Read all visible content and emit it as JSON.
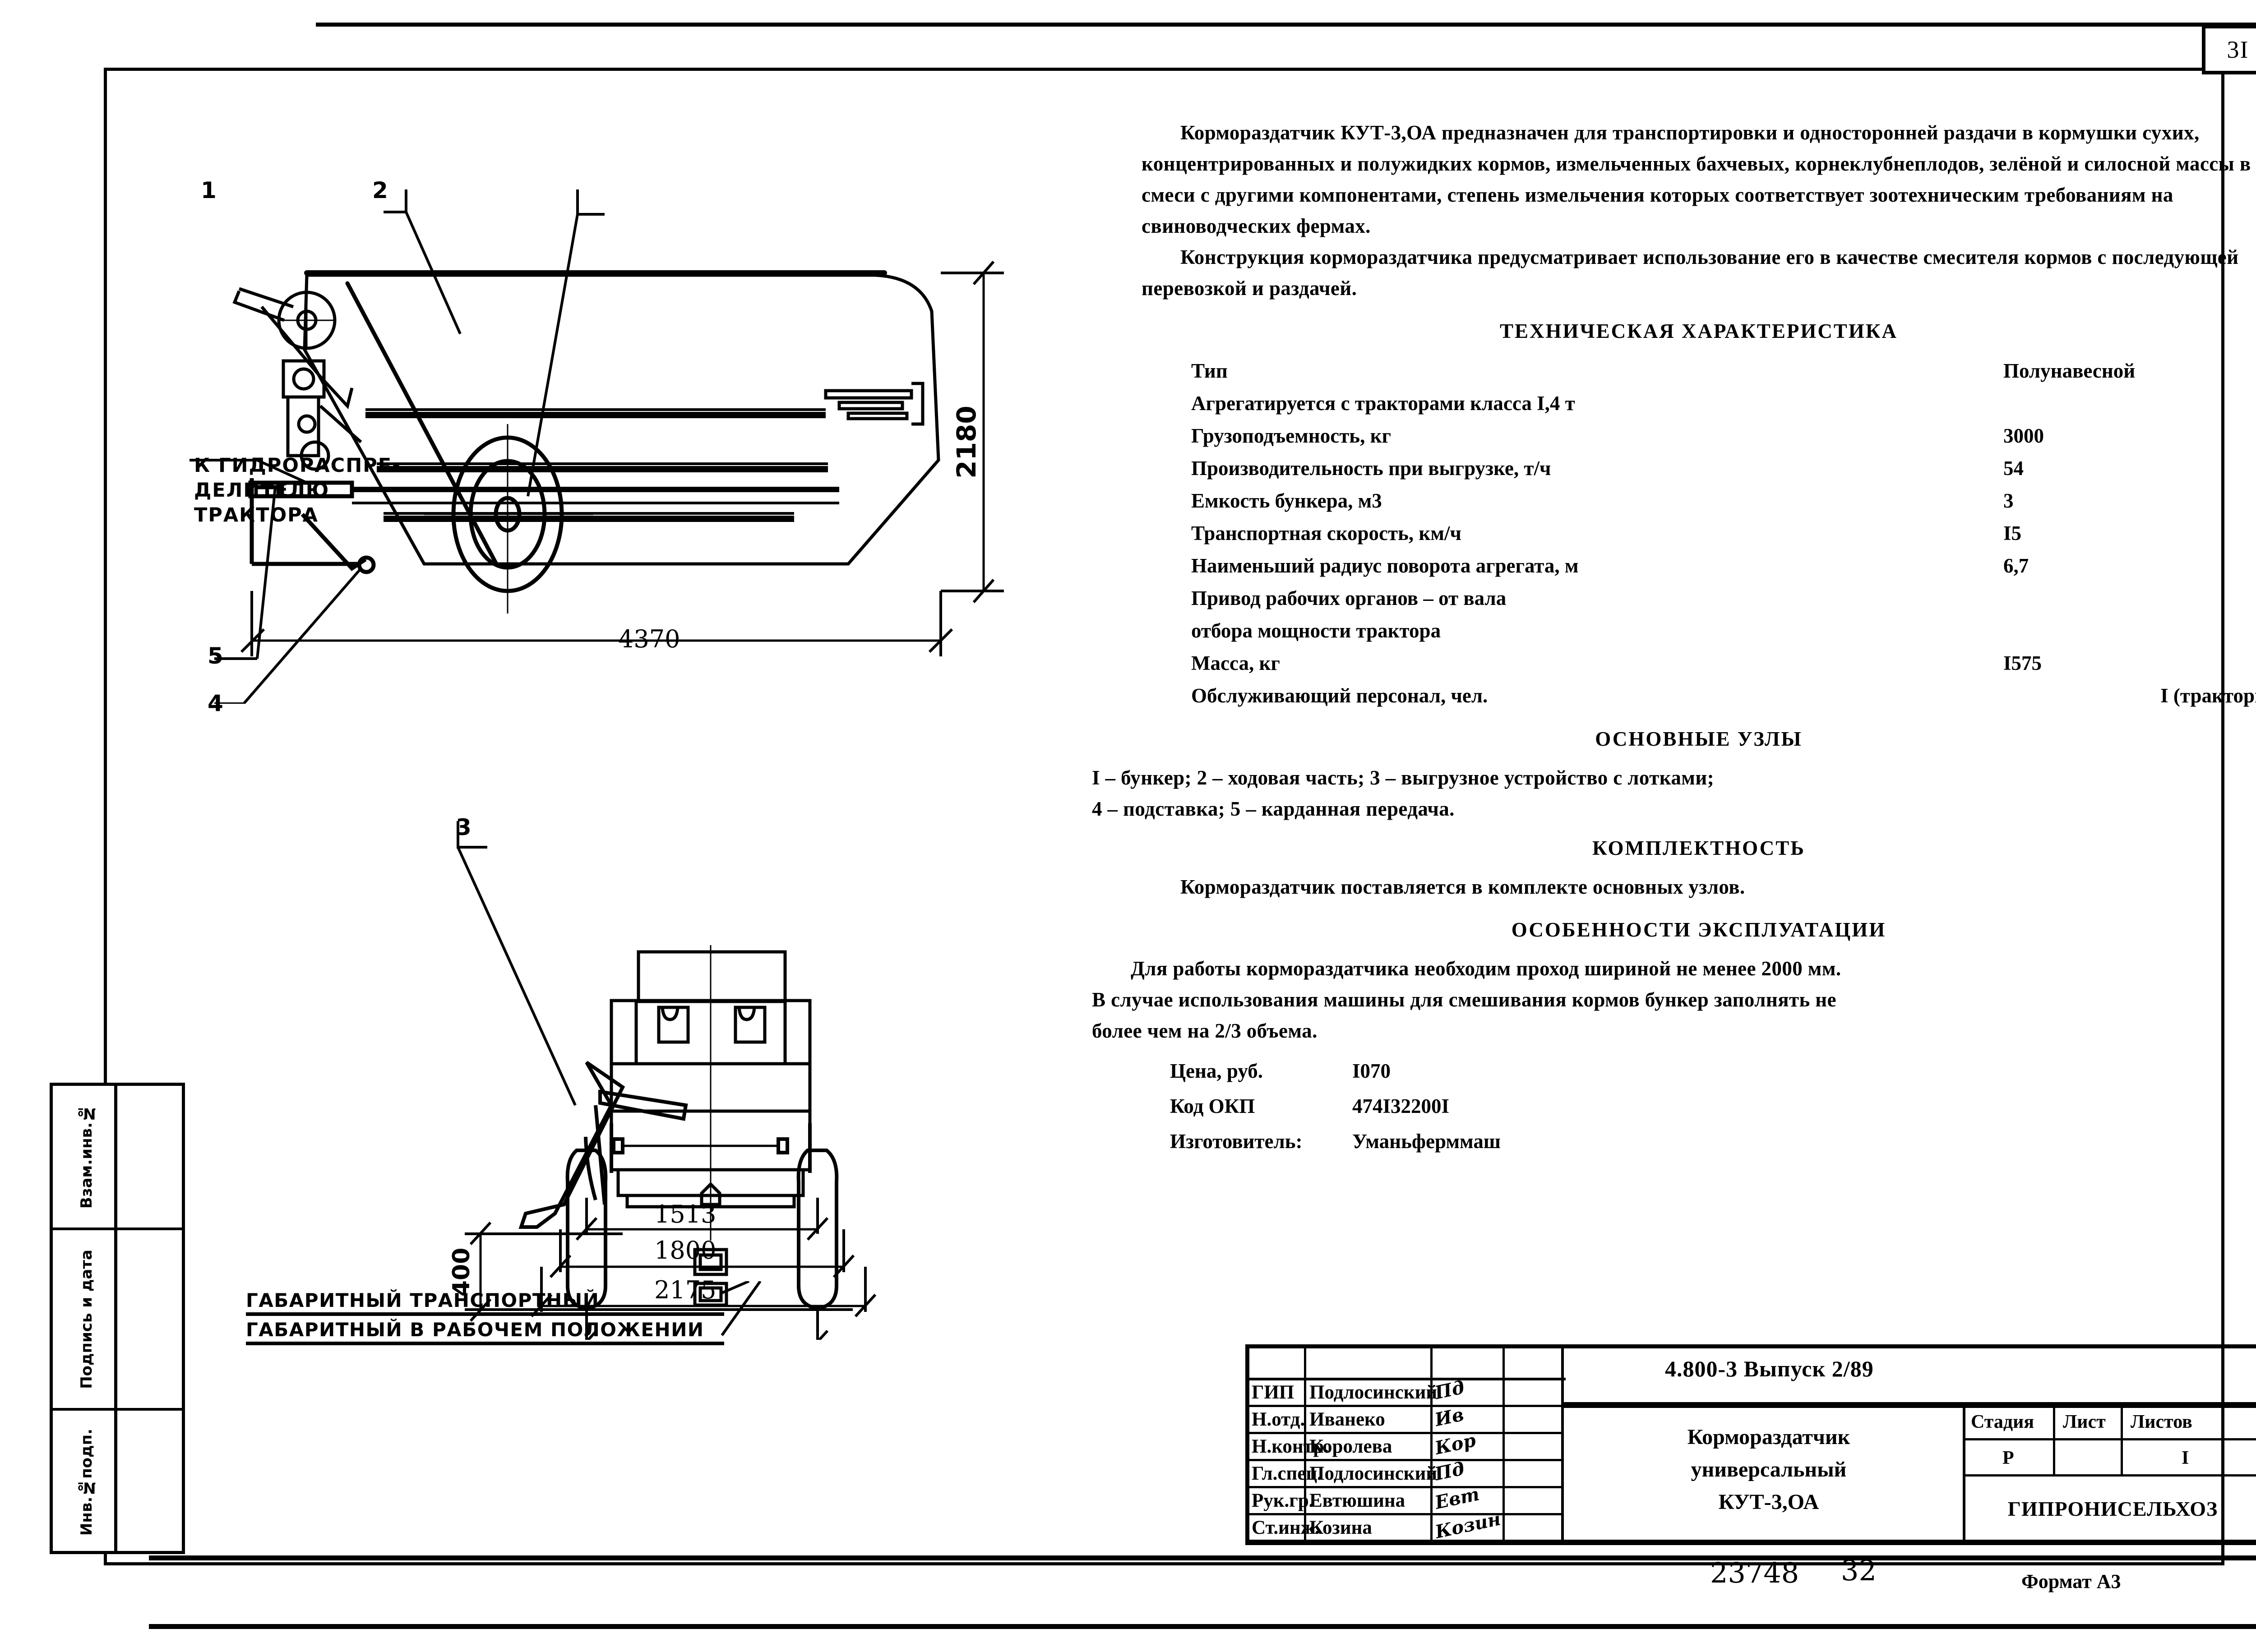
{
  "page": {
    "number": "3I"
  },
  "left_stamp": {
    "rows": [
      {
        "label": "Взам.инв.№"
      },
      {
        "label": "Подпись и дата"
      },
      {
        "label": "Инв.№подп."
      }
    ]
  },
  "description": {
    "paragraph_1": "Кормораздатчик КУТ-3,ОА предназначен для транспортировки и односторонней раздачи в кормушки сухих, концентрированных и полужидких кормов, измельченных бахчевых, корнеклубнеплодов,  зелёной и силосной массы в смеси с другими компонентами, степень измельчения которых соответствует зоотехническим требованиям на свиноводческих фермах.",
    "paragraph_2": "Конструкция кормораздатчика предусматривает использование его в качестве смесителя кормов с последующей перевозкой и раздачей."
  },
  "spec": {
    "heading": "ТЕХНИЧЕСКАЯ ХАРАКТЕРИСТИКА",
    "rows": [
      {
        "label": "Тип",
        "value": "Полунавесной"
      },
      {
        "label": "Агрегатируется с тракторами класса I,4 т",
        "value": ""
      },
      {
        "label": "Грузоподъемность, кг",
        "value": "3000"
      },
      {
        "label": "Производительность при выгрузке, т/ч",
        "value": "54"
      },
      {
        "label": "Емкость бункера, м3",
        "value": "3"
      },
      {
        "label": "Транспортная скорость, км/ч",
        "value": "I5"
      },
      {
        "label": "Наименьший радиус поворота агрегата, м",
        "value": "6,7"
      },
      {
        "label": "Привод рабочих органов – от вала",
        "value": ""
      },
      {
        "label": "отбора мощности трактора",
        "value": ""
      },
      {
        "label": "Масса, кг",
        "value": "I575"
      },
      {
        "label": "Обслуживающий персонал, чел.",
        "value": "I (тракторист)"
      }
    ]
  },
  "main_units": {
    "heading": "ОСНОВНЫЕ УЗЛЫ",
    "line_1": "I – бункер; 2 – ходовая часть; 3 – выгрузное устройство с лотками;",
    "line_2": "4 – подставка; 5 – карданная передача."
  },
  "completeness": {
    "heading": "КОМПЛЕКТНОСТЬ",
    "text": "Кормораздатчик поставляется в комплекте основных узлов."
  },
  "operation": {
    "heading": "ОСОБЕННОСТИ ЭКСПЛУАТАЦИИ",
    "line_1": "Для работы кормораздатчика необходим проход шириной не менее 2000 мм.",
    "line_2": "В случае использования машины для смешивания кормов бункер заполнять не",
    "line_3": "более чем на 2/3 объема."
  },
  "commercial": {
    "rows": [
      {
        "label": "Цена, руб.",
        "value": "I070"
      },
      {
        "label": "Код ОКП",
        "value": "474I32200I"
      },
      {
        "label": "Изготовитель:",
        "value": "Уманьферммаш"
      }
    ]
  },
  "drawing_side": {
    "callouts": [
      "1",
      "2",
      "5",
      "4"
    ],
    "hydro_label_line_1": "К ГИДРОРАСПРЕ-",
    "hydro_label_line_2": "ДЕЛИТЕЛЮ",
    "hydro_label_line_3": "ТРАКТОРА",
    "dim_height": "2180",
    "dim_length": "4370"
  },
  "drawing_front": {
    "callouts": [
      "3"
    ],
    "dim_ground": "400",
    "dim_track": "1513",
    "dim_width_1": "1800",
    "dim_width_2": "2175",
    "label_transport": "ГАБАРИТНЫЙ ТРАНСПОРТНЫЙ",
    "label_working": "ГАБАРИТНЫЙ В РАБОЧЕМ ПОЛОЖЕНИИ"
  },
  "title_block": {
    "series": "4.800-3  Выпуск 2/89",
    "object_title_line_1": "Кормораздатчик",
    "object_title_line_2": "универсальный",
    "object_title_line_3": "КУТ-3,ОА",
    "drawing_number": "23748",
    "sheet_mark": "32",
    "format": "Формат А3",
    "organization": "ГИПРОНИСЕЛЬХОЗ",
    "stage_headers": [
      "Стадия",
      "Лист",
      "Листов"
    ],
    "stage_values": [
      "Р",
      "",
      "I"
    ],
    "signatures": [
      {
        "role": "ГИП",
        "name": "Подлосинский",
        "sign": "Пд"
      },
      {
        "role": "Н.отд.",
        "name": "Иванеко",
        "sign": "Ив"
      },
      {
        "role": "Н.контр.",
        "name": "Королева",
        "sign": "Кор"
      },
      {
        "role": "Гл.спец.",
        "name": "Подлосинский",
        "sign": "Пд"
      },
      {
        "role": "Рук.гр.",
        "name": "Евтюшина",
        "sign": "Евт"
      },
      {
        "role": "Ст.инж.",
        "name": "Козина",
        "sign": "Козин"
      }
    ]
  }
}
